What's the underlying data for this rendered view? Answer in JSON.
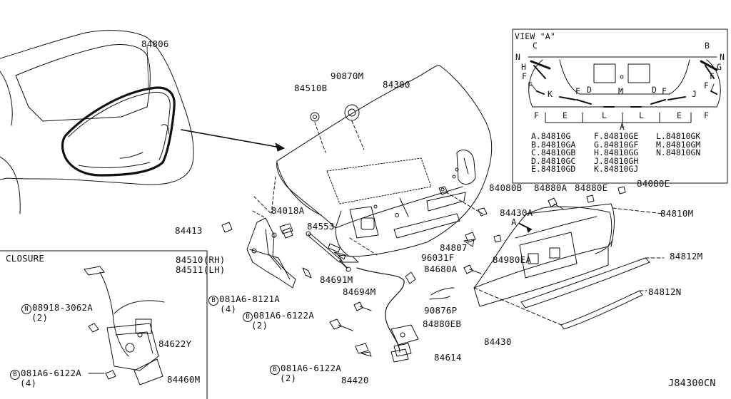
{
  "diagram": {
    "code": "J84300CN",
    "closure_label": "CLOSURE",
    "view_label": "VIEW \"A\"",
    "arrow_label": "A",
    "parts": {
      "p84806": "84806",
      "p90870m": "90870M",
      "p84510b": "84510B",
      "p84300": "84300",
      "p84080b": "84080B",
      "p84880a": "84880A",
      "p84880e": "84880E",
      "p84080e": "84080E",
      "p84018a": "84018A",
      "p84553": "84553",
      "p84413": "84413",
      "p84430a": "84430A",
      "p84810m": "84810M",
      "p84510rh": "84510(RH)",
      "p84511lh": "84511(LH)",
      "p84807": "84807",
      "p96031f": "96031F",
      "p84980ea": "84980EA",
      "p84812m": "84812M",
      "p84691m": "84691M",
      "p84680a": "84680A",
      "p84694m": "84694M",
      "p90876p": "90876P",
      "p84812n": "84812N",
      "p84880eb": "84880EB",
      "p84430": "84430",
      "p84614": "84614",
      "p84420": "84420",
      "p84622y": "84622Y",
      "p84460m": "84460M"
    },
    "bolts": {
      "b1_prefix": "B",
      "b1_num": "081A6-8121A",
      "b1_qty": "(4)",
      "b2_prefix": "B",
      "b2_num": "081A6-6122A",
      "b2_qty": "(2)",
      "b3_prefix": "B",
      "b3_num": "081A6-6122A",
      "b3_qty": "(2)",
      "b4_prefix": "B",
      "b4_num": "081A6-6122A",
      "b4_qty": "(4)",
      "n1_prefix": "N",
      "n1_num": "08918-3062A",
      "n1_qty": "(2)"
    },
    "view_letters": {
      "c": "C",
      "b": "B",
      "n_left": "N",
      "n_right": "N",
      "h": "H",
      "g": "G",
      "f1": "F",
      "f2": "F",
      "f3": "F",
      "f4": "F",
      "f5": "F",
      "f6": "F",
      "f7": "F",
      "f8": "F",
      "k": "K",
      "j": "J",
      "d1": "D",
      "d2": "D",
      "m": "M",
      "e1": "E",
      "e2": "E",
      "l1": "L",
      "l2": "L",
      "a": "A"
    },
    "legend": [
      "A.84810G",
      "B.84810GA",
      "C.84810GB",
      "D.84810GC",
      "E.84810GD",
      "F.84810GE",
      "G.84810GF",
      "H.84810GG",
      "J.84810GH",
      "K.84810GJ",
      "L.84810GK",
      "M.84810GM",
      "N.84810GN"
    ]
  }
}
